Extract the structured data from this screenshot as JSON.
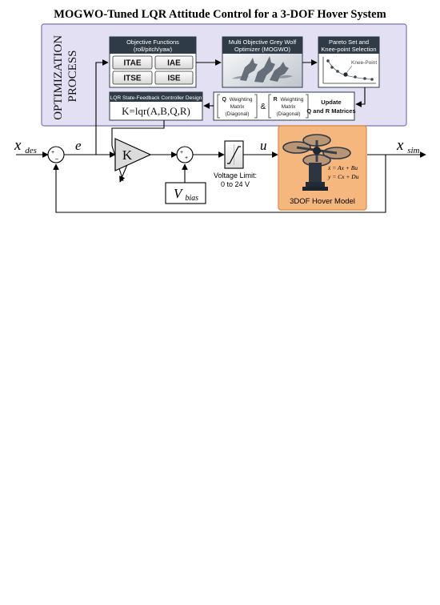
{
  "title": "MOGWO-Tuned LQR Attitude Control for a 3-DOF Hover System",
  "optimization": {
    "side_label_line1": "OPTIMIZATION",
    "side_label_line2": "PROCESS",
    "objective": {
      "title_line1": "Objective Functions",
      "title_line2": "(roll/pitch/yaw)",
      "cells": [
        "ITAE",
        "IAE",
        "ITSE",
        "ISE"
      ]
    },
    "mogwo": {
      "title_line1": "Multi Objective Grey Wolf",
      "title_line2": "Optimizer (MOGWO)"
    },
    "pareto": {
      "title_line1": "Pareto Set and",
      "title_line2": "Knee-point Selection",
      "knee_label": "Knee-Point"
    },
    "lqr": {
      "title": "LQR State-Feedback Controller Design",
      "formula": "K=lqr(A,B,Q,R)"
    },
    "matrices": {
      "q_letter": "Q",
      "q_line1": "Weighting",
      "q_line2": "Matrix",
      "q_line3": "(Diagonal)",
      "amp": "&",
      "r_letter": "R",
      "r_line1": "Weighting",
      "r_line2": "Matrix",
      "r_line3": "(Diagonal)",
      "update_line1": "Update",
      "update_line2": "Q and R Matrices"
    }
  },
  "loop": {
    "x_des": "x",
    "x_des_sub": "des",
    "error": "e",
    "gain": "K",
    "v_bias": "V",
    "v_bias_sub": "bias",
    "control": "u",
    "x_sim": "x",
    "x_sim_sub": "sim",
    "sum1_plus": "+",
    "sum1_minus": "−",
    "sum2_plus1": "+",
    "sum2_plus2": "+",
    "voltage_line1": "Voltage Limit:",
    "voltage_line2": "0 to 24 V",
    "plant_label": "3DOF Hover Model",
    "state_eq": "ẋ = Ax + Bu",
    "output_eq": "y = Cx + Du"
  },
  "colors": {
    "opt_bg": "#e3e0f4",
    "opt_border": "#7b76b0",
    "module_header": "#2f3b47",
    "plant_bg": "#f6b77f",
    "plant_border": "#e2873c",
    "gain_fill": "#dbdbdb"
  }
}
